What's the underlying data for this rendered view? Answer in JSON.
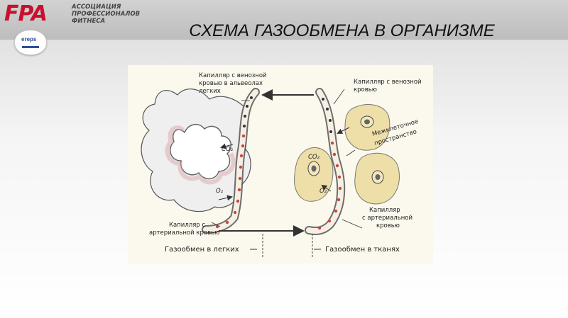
{
  "header": {
    "logo_main": "FPA",
    "logo_sub_line1": "АССОЦИАЦИЯ",
    "logo_sub_line2": "ПРОФЕССИОНАЛОВ",
    "logo_sub_line3": "ФИТНЕСА",
    "badge_text": "ereps"
  },
  "slide": {
    "title": "СХЕМА ГАЗООБМЕНА В ОРГАНИЗМЕ"
  },
  "diagram": {
    "lung_venous_l1": "Капилляр с венозной",
    "lung_venous_l2": "кровью в альвеолах",
    "lung_venous_l3": "легких",
    "lung_arterial_l1": "Капилляр с",
    "lung_arterial_l2": "артериальной кровью",
    "tissue_venous_l1": "Капилляр с венозной",
    "tissue_venous_l2": "кровью",
    "interstitial_l1": "Межклеточное",
    "interstitial_l2": "пространство",
    "tissue_arterial_l1": "Капилляр",
    "tissue_arterial_l2": "с артериальной",
    "tissue_arterial_l3": "кровью",
    "co2": "CO₂",
    "o2": "O₂",
    "caption_lungs": "Газообмен в легких",
    "caption_tissues": "Газообмен в тканях"
  },
  "colors": {
    "brand_red": "#c8102e",
    "cell_fill": "#eedfa8",
    "rbc": "#c44a3d"
  }
}
